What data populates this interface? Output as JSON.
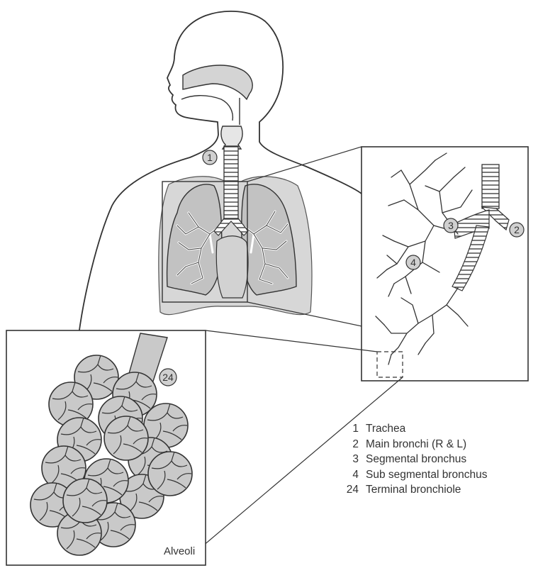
{
  "callouts": {
    "trachea": "1",
    "main_bronchi": "2",
    "segmental_bronchus": "3",
    "sub_segmental_bronchus": "4",
    "terminal_bronchiole": "24"
  },
  "alveoli_label": "Alveoli",
  "legend": [
    {
      "num": "1",
      "label": "Trachea"
    },
    {
      "num": "2",
      "label": "Main bronchi (R & L)"
    },
    {
      "num": "3",
      "label": "Segmental bronchus"
    },
    {
      "num": "4",
      "label": "Sub segmental bronchus"
    },
    {
      "num": "24",
      "label": "Terminal bronchiole"
    }
  ],
  "colors": {
    "outline": "#333333",
    "lung_fill": "#d7d7d7",
    "lung_shade": "#c2c2c2",
    "alveoli_fill": "#c9c9c9"
  }
}
